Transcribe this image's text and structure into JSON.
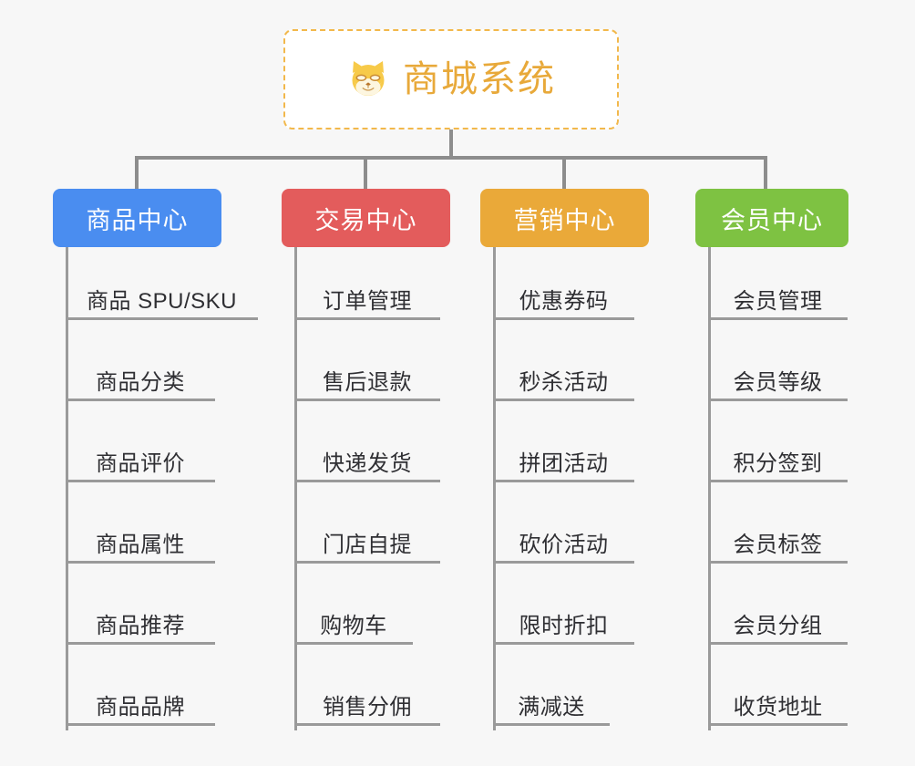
{
  "page": {
    "background_color": "#f7f7f7",
    "line_color": "#8d8d8d",
    "leaf_line_color": "#9a9a9a",
    "leaf_text_color": "#2f2f33"
  },
  "root": {
    "title": "商城系统",
    "icon": "shiba-dog-icon",
    "title_color": "#e8a93a",
    "border_color": "#f2b84b",
    "background_color": "#ffffff"
  },
  "chart_data": {
    "type": "tree",
    "title": "商城系统",
    "root_label": "商城系统",
    "orientation": "top-down",
    "levels": 3,
    "branch_count": 4,
    "leaves_per_branch": 6,
    "branches": [
      {
        "label": "商品中心",
        "color": "#4a8df0",
        "children": [
          "商品 SPU/SKU",
          "商品分类",
          "商品评价",
          "商品属性",
          "商品推荐",
          "商品品牌"
        ]
      },
      {
        "label": "交易中心",
        "color": "#e35c5c",
        "children": [
          "订单管理",
          "售后退款",
          "快递发货",
          "门店自提",
          "购物车",
          "销售分佣"
        ]
      },
      {
        "label": "营销中心",
        "color": "#eaa939",
        "children": [
          "优惠券码",
          "秒杀活动",
          "拼团活动",
          "砍价活动",
          "限时折扣",
          "满减送"
        ]
      },
      {
        "label": "会员中心",
        "color": "#7ec242",
        "children": [
          "会员管理",
          "会员等级",
          "积分签到",
          "会员标签",
          "会员分组",
          "收货地址"
        ]
      }
    ]
  },
  "layout": {
    "column_lefts": [
      58,
      309,
      527,
      763
    ],
    "column_header_widths": [
      185,
      185,
      185,
      168
    ],
    "leaf_widths": [
      211,
      160,
      155,
      153
    ],
    "leaf_row_step": 89,
    "first_leaf_bottom": 351
  }
}
